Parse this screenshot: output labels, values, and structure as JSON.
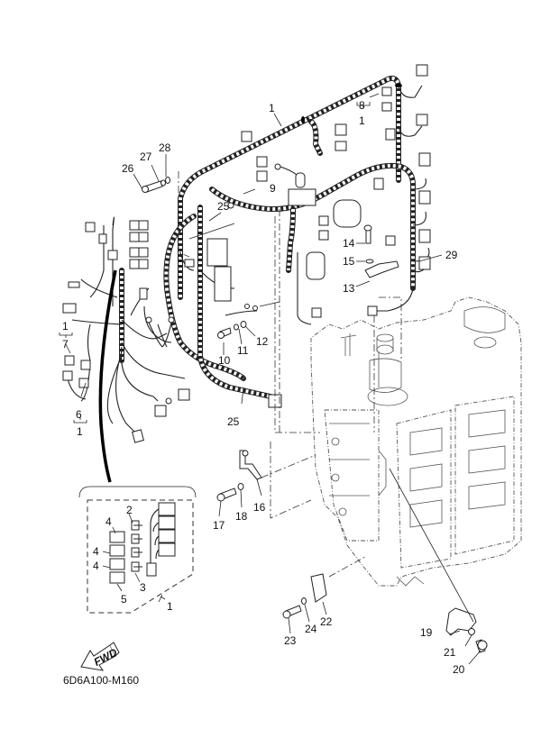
{
  "diagram": {
    "title_code": "6D6A100-M160",
    "fwd_label": "FWD",
    "callouts": [
      {
        "id": "c1-main",
        "text": "1"
      },
      {
        "id": "c8",
        "text": "8"
      },
      {
        "id": "c8-parent",
        "text": "1"
      },
      {
        "id": "c26",
        "text": "26"
      },
      {
        "id": "c27",
        "text": "27"
      },
      {
        "id": "c28",
        "text": "28"
      },
      {
        "id": "c9",
        "text": "9"
      },
      {
        "id": "c25-top",
        "text": "25"
      },
      {
        "id": "c14",
        "text": "14"
      },
      {
        "id": "c15",
        "text": "15"
      },
      {
        "id": "c13",
        "text": "13"
      },
      {
        "id": "c29",
        "text": "29"
      },
      {
        "id": "c7-parent",
        "text": "1"
      },
      {
        "id": "c7",
        "text": "7"
      },
      {
        "id": "c6",
        "text": "6"
      },
      {
        "id": "c6-parent",
        "text": "1"
      },
      {
        "id": "c10",
        "text": "10"
      },
      {
        "id": "c11",
        "text": "11"
      },
      {
        "id": "c12",
        "text": "12"
      },
      {
        "id": "c25-bottom",
        "text": "25"
      },
      {
        "id": "c16",
        "text": "16"
      },
      {
        "id": "c17",
        "text": "17"
      },
      {
        "id": "c18",
        "text": "18"
      },
      {
        "id": "c2",
        "text": "2"
      },
      {
        "id": "c4a",
        "text": "4"
      },
      {
        "id": "c4b",
        "text": "4"
      },
      {
        "id": "c4c",
        "text": "4"
      },
      {
        "id": "c3",
        "text": "3"
      },
      {
        "id": "c5",
        "text": "5"
      },
      {
        "id": "c1-inset",
        "text": "1"
      },
      {
        "id": "c22",
        "text": "22"
      },
      {
        "id": "c23",
        "text": "23"
      },
      {
        "id": "c24",
        "text": "24"
      },
      {
        "id": "c19",
        "text": "19"
      },
      {
        "id": "c21",
        "text": "21"
      },
      {
        "id": "c20",
        "text": "20"
      }
    ]
  }
}
